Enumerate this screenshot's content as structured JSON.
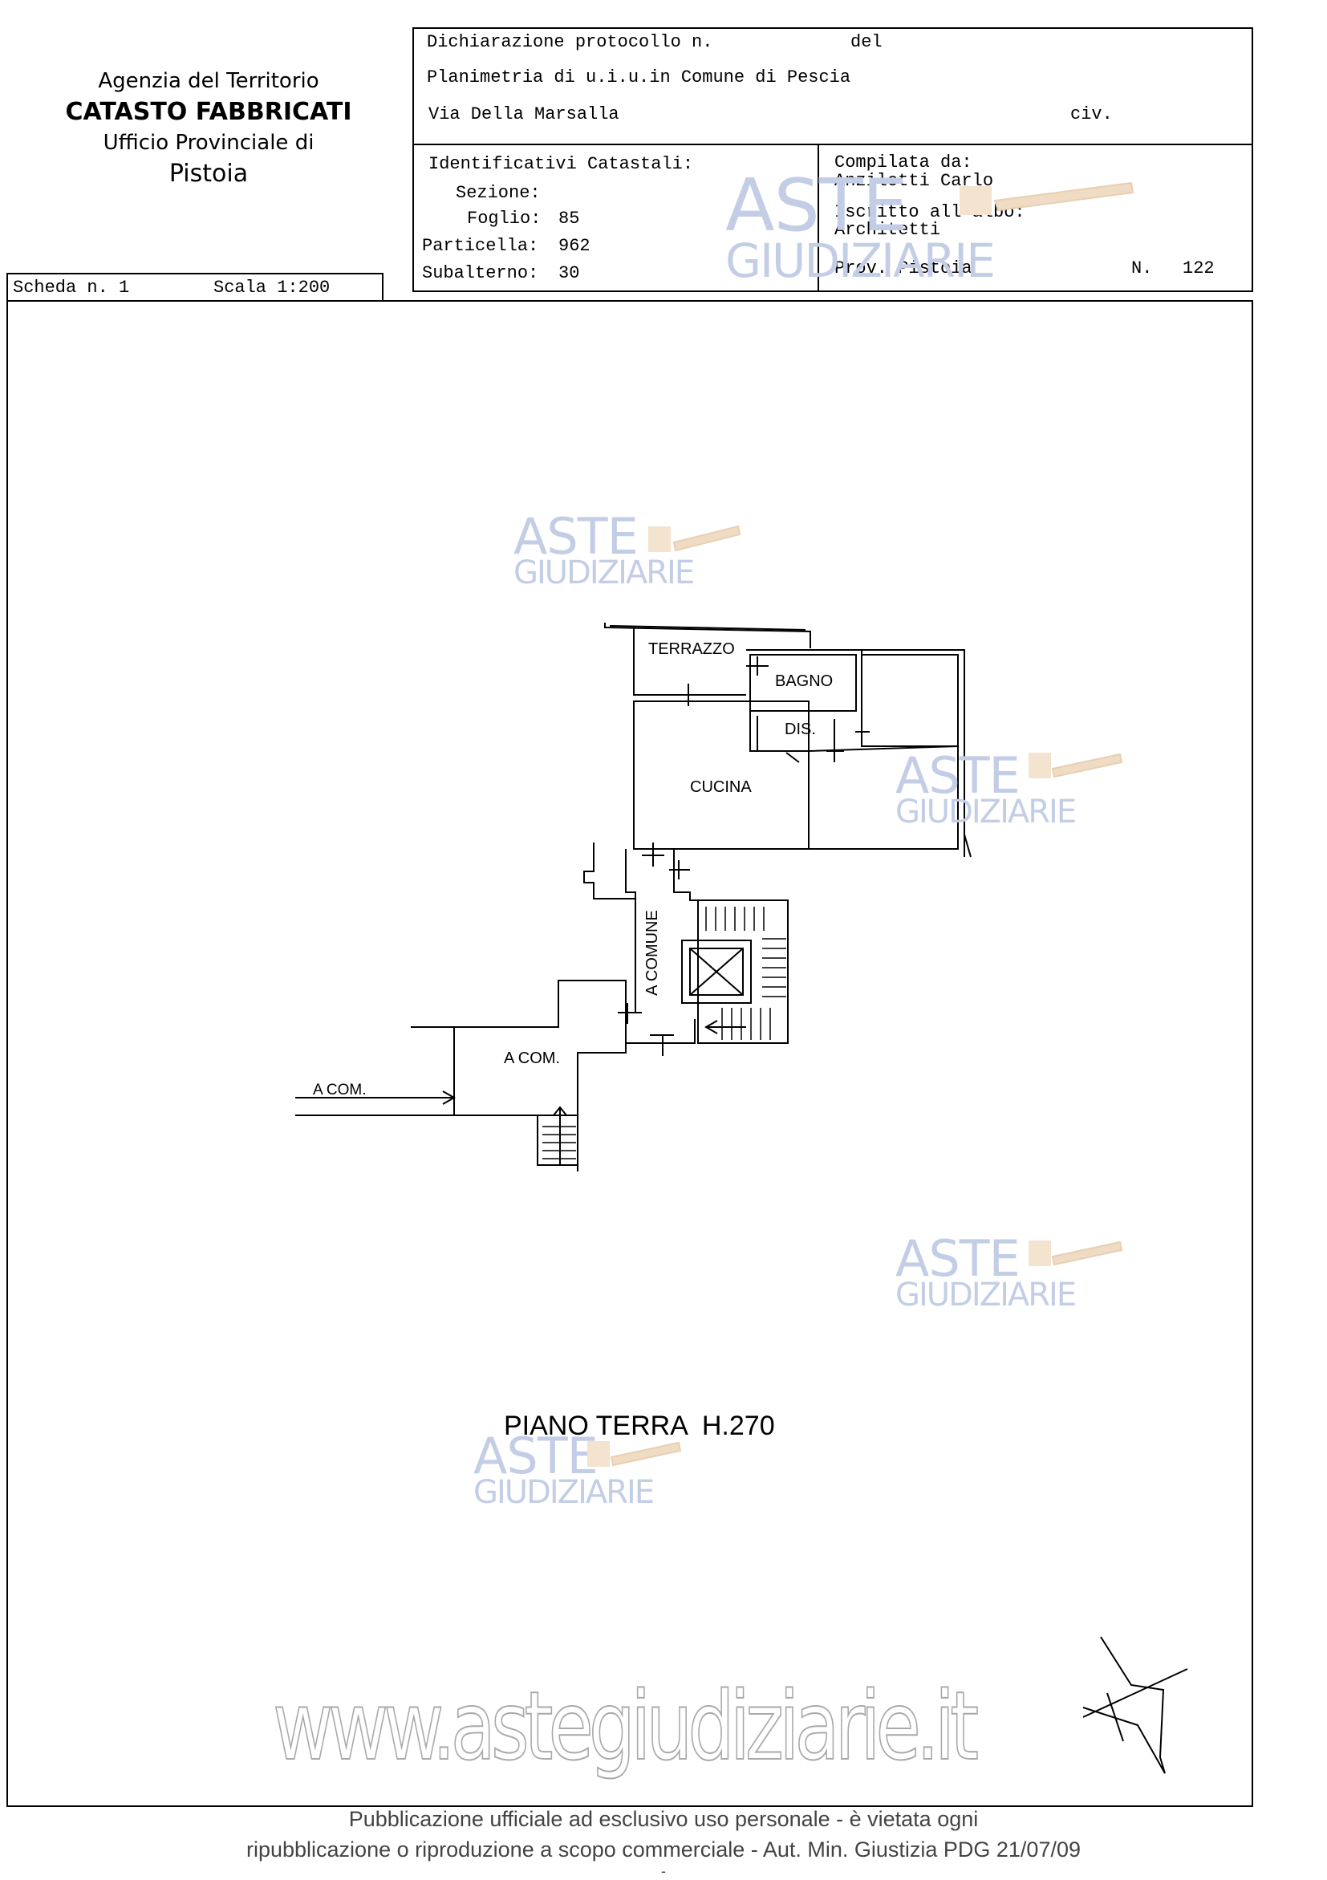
{
  "agency": {
    "line1": "Agenzia del Territorio",
    "line2": "CATASTO FABBRICATI",
    "line3": "Ufficio Provinciale di",
    "line4": "Pistoia"
  },
  "header": {
    "protocol_label": "Dichiarazione protocollo n.",
    "protocol_del": "del",
    "planimetria": "Planimetria di u.i.u.in Comune di Pescia",
    "via": "Via Della Marsalla",
    "civ": "civ."
  },
  "identifiers": {
    "title": "Identificativi Catastali:",
    "sezione_label": "Sezione:",
    "foglio_label": "Foglio:",
    "foglio_value": "85",
    "particella_label": "Particella:",
    "particella_value": "962",
    "subalterno_label": "Subalterno:",
    "subalterno_value": "30"
  },
  "compiler": {
    "label": "Compilata da:",
    "name": "Anzilotti Carlo",
    "albo_label": "Iscritto all'albo:",
    "albo_value": "Architetti",
    "prov_label": "Prov. Pistoia",
    "n_label": "N.",
    "n_value": "122"
  },
  "scheda": {
    "label": "Scheda n. 1",
    "scale": "Scala 1:200"
  },
  "plan": {
    "rooms": {
      "terrazzo": "TERRAZZO",
      "bagno": "BAGNO",
      "dis": "DIS.",
      "cucina": "CUCINA",
      "a_comune": "A COMUNE",
      "a_com_room": "A COM.",
      "a_com_entry": "A COM."
    },
    "floor_label": "PIANO TERRA  H.270"
  },
  "watermark": {
    "word1": "ASTE",
    "word2": "GIUDIZIARIE",
    "url": "www.astegiudiziarie.it",
    "color": "#c3cee6"
  },
  "footer": {
    "line1": "Pubblicazione ufficiale ad esclusivo uso personale - è vietata ogni",
    "line2": "ripubblicazione o riproduzione a scopo commerciale - Aut. Min. Giustizia PDG 21/07/09",
    "line3": "-"
  }
}
